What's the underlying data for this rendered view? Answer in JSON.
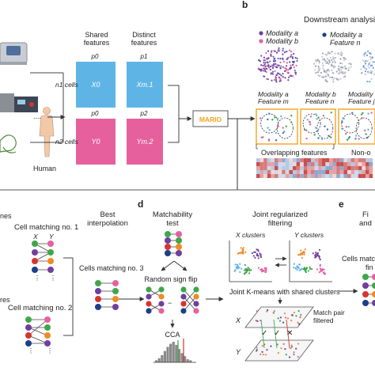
{
  "panel_b": {
    "letter": "b",
    "title": "Downstream analysis",
    "legend1": [
      "Modality a",
      "Modality b"
    ],
    "legend2": [
      "Modality a",
      "Feature n"
    ],
    "mid_labels": [
      "Modality a",
      "Feature m",
      "Modality b",
      "Feature n",
      "Modality a",
      "Feature j"
    ],
    "overlap_label": "Overlapping features",
    "nonoverlap_label": "Non-o"
  },
  "panel_a": {
    "species_label": "Human",
    "ellipsis": "....",
    "n1_label": "n1 cells",
    "n2_label": "n2 cells",
    "shared_header": [
      "Shared",
      "features"
    ],
    "distinct_header": [
      "Distinct",
      "features"
    ],
    "p0_top": "p0",
    "p1_top": "p1",
    "p0_bottom": "p0",
    "p2_bottom": "p2",
    "x0": "X0",
    "xm1": "Xm.1",
    "y0": "Y0",
    "ym2": "Ym.2",
    "mario_logo": "MARIO"
  },
  "panel_c": {
    "partial_top": "nes",
    "partial_mid": "res",
    "cell_matching_1": "Cell matching no. 1",
    "cell_matching_2": "Cell matching no. 2",
    "cell_matching_3": "Cells matching no. 3",
    "x_label": "X",
    "y_label": "Y",
    "best_interpolation": [
      "Best",
      "interpolation"
    ]
  },
  "panel_d": {
    "letter": "d",
    "matchability": [
      "Matchability",
      "test"
    ],
    "random_sign_flip": "Random sign flip",
    "cca": "CCA",
    "joint_regularized": [
      "Joint regularized",
      "filtering"
    ],
    "x_clusters": "X clusters",
    "y_clusters": "Y clusters",
    "joint_kmeans": "Joint K-means with shared clusters",
    "match_pair": [
      "Match pair",
      "filtered"
    ],
    "x_plane": "X",
    "y_plane": "Y"
  },
  "panel_e": {
    "letter": "e",
    "header": [
      "Fi",
      "and"
    ],
    "cells_matching": [
      "Cells matchi",
      "fin"
    ]
  },
  "colors": {
    "blue": "#5fb4e6",
    "pink": "#e6609e",
    "mario_orange": "#f4a21f",
    "green": "#3fa64a",
    "purple": "#6f3f9e",
    "red": "#d6342d",
    "orange": "#f08a24",
    "navy": "#1c3f88"
  },
  "heatmap": {
    "rows": 5,
    "cols": 32
  }
}
